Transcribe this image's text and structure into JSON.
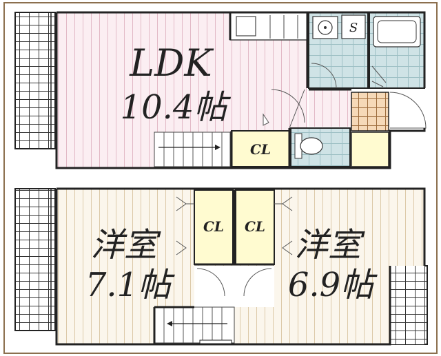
{
  "upper_floor": {
    "ldk": {
      "name": "LDK",
      "size": "10.4帖"
    },
    "closet": "CL",
    "washer_mark": "S"
  },
  "lower_floor": {
    "west_room": {
      "name": "洋室",
      "size": "7.1帖"
    },
    "east_room": {
      "name": "洋室",
      "size": "6.9帖"
    },
    "closet_west": "CL",
    "closet_east": "CL"
  },
  "colors": {
    "outer_frame": "#8b6f4e",
    "wall": "#222222",
    "ldk_floor": "#fbeef2",
    "room_floor": "#fbf6ec",
    "wet_area": "#cfe3e6",
    "closet": "#fffbd0",
    "entry_tile": "#f6d9b8"
  }
}
